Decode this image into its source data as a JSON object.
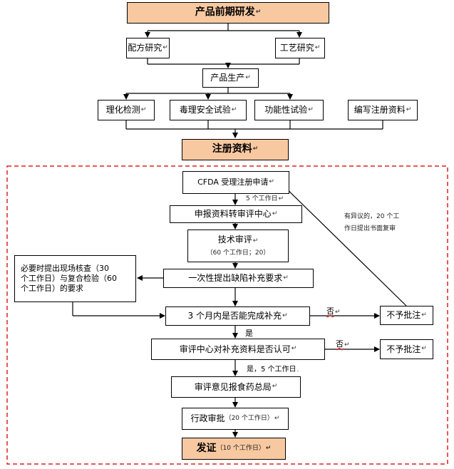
{
  "para_mark": "↵",
  "top": {
    "title": "产品前期研发",
    "formula": "配方研究",
    "process": "工艺研究",
    "production": "产品生产",
    "tests": [
      "理化检测",
      "毒理安全试验",
      "功能性试验"
    ],
    "write_docs": "编写注册资料",
    "registration": "注册资料"
  },
  "review": {
    "cfda": "CFDA 受理注册申请",
    "days5": "5 个工作日",
    "transfer": "申报资料转审评中心",
    "tech_review": "技术审评",
    "tech_days": "（60 个工作日；20）",
    "defects": "一次性提出缺陷补充要求",
    "side_note_lines": [
      "必要时提出现场核查（30",
      "个工作日）与复合检验（60",
      "个工作日）的要求"
    ],
    "three_months": "3 个月内是否能完成补充",
    "no1": "否",
    "reject1": "不予批注",
    "yes1": "是",
    "center_accept": "审评中心对补充资料是否认可",
    "no2": "否",
    "reject2": "不予批注",
    "yes2_days": "是，5 个工作日",
    "report": "审评意见报食药总局",
    "admin": "行政审批",
    "admin_days": "（20 个工作日）",
    "certificate": "发证",
    "certificate_days": "（10 个工作日）",
    "objection_lines": [
      "有异议的，20 个工",
      "作日提出书面复审"
    ]
  },
  "colors": {
    "highlight": "#f8c9a1",
    "dashed_border": "#e02020",
    "wavy_underline": "#e03030"
  }
}
